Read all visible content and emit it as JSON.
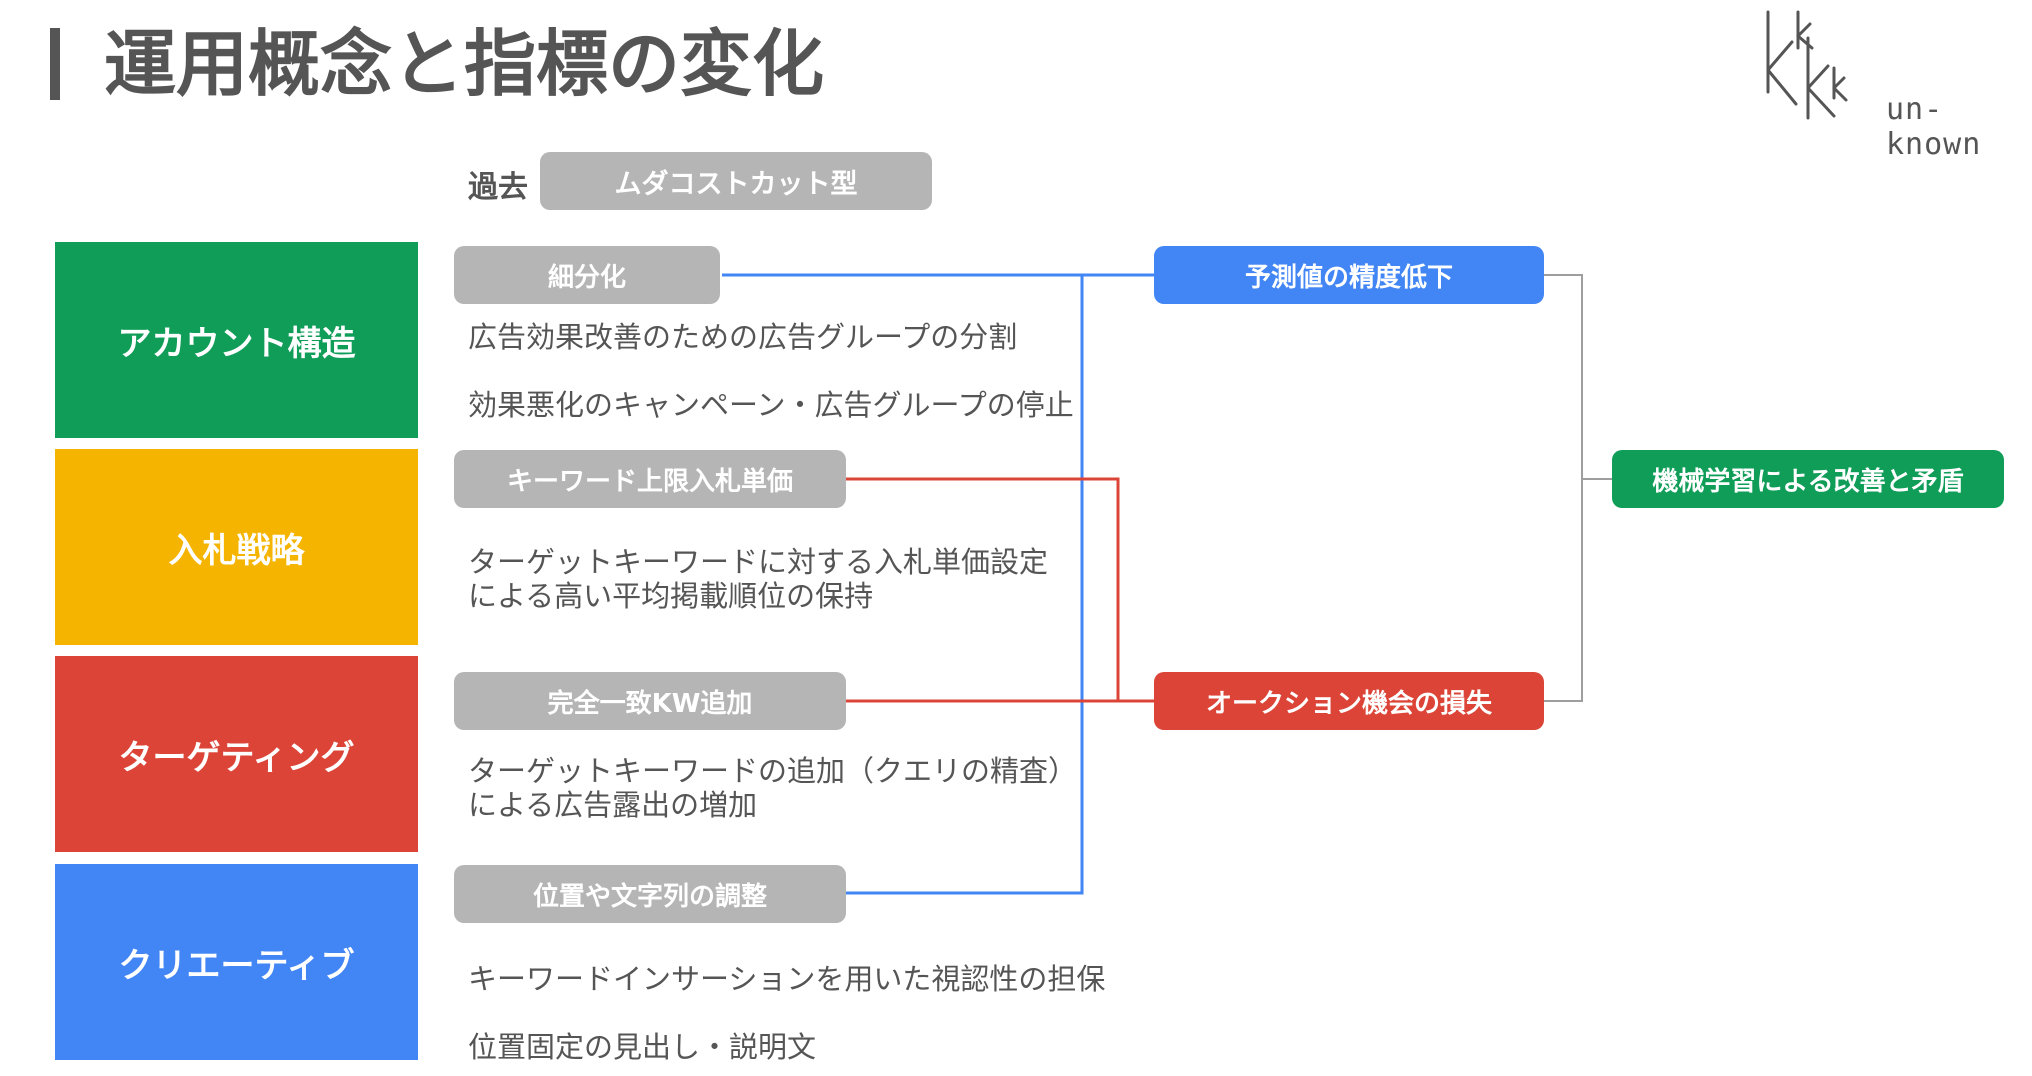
{
  "title": "運用概念と指標の変化",
  "logo": {
    "text": "un-known"
  },
  "past": {
    "label": "過去",
    "value": "ムダコストカット型"
  },
  "categories": [
    {
      "label": "アカウント構造",
      "color": "#0f9d58"
    },
    {
      "label": "入札戦略",
      "color": "#f4b400"
    },
    {
      "label": "ターゲティング",
      "color": "#db4437"
    },
    {
      "label": "クリエーティブ",
      "color": "#4285f4"
    }
  ],
  "tactics": [
    {
      "label": "細分化",
      "desc": [
        "広告効果改善のための広告グループの分割",
        "効果悪化のキャンペーン・広告グループの停止"
      ]
    },
    {
      "label": "キーワード上限入札単価",
      "desc": [
        "ターゲットキーワードに対する入札単価設定",
        "による高い平均掲載順位の保持"
      ]
    },
    {
      "label": "完全一致KW追加",
      "desc": [
        "ターゲットキーワードの追加（クエリの精査）",
        "による広告露出の増加"
      ]
    },
    {
      "label": "位置や文字列の調整",
      "desc": [
        "キーワードインサーションを用いた視認性の担保",
        "位置固定の見出し・説明文"
      ]
    }
  ],
  "issues": [
    {
      "label": "予測値の精度低下",
      "color": "#4285f4"
    },
    {
      "label": "オークション機会の損失",
      "color": "#db4437"
    }
  ],
  "result": {
    "label": "機械学習による改善と矛盾",
    "color": "#0f9d58"
  },
  "colors": {
    "line_blue": "#4285f4",
    "line_red": "#db4437",
    "line_gray": "#9e9e9e"
  }
}
